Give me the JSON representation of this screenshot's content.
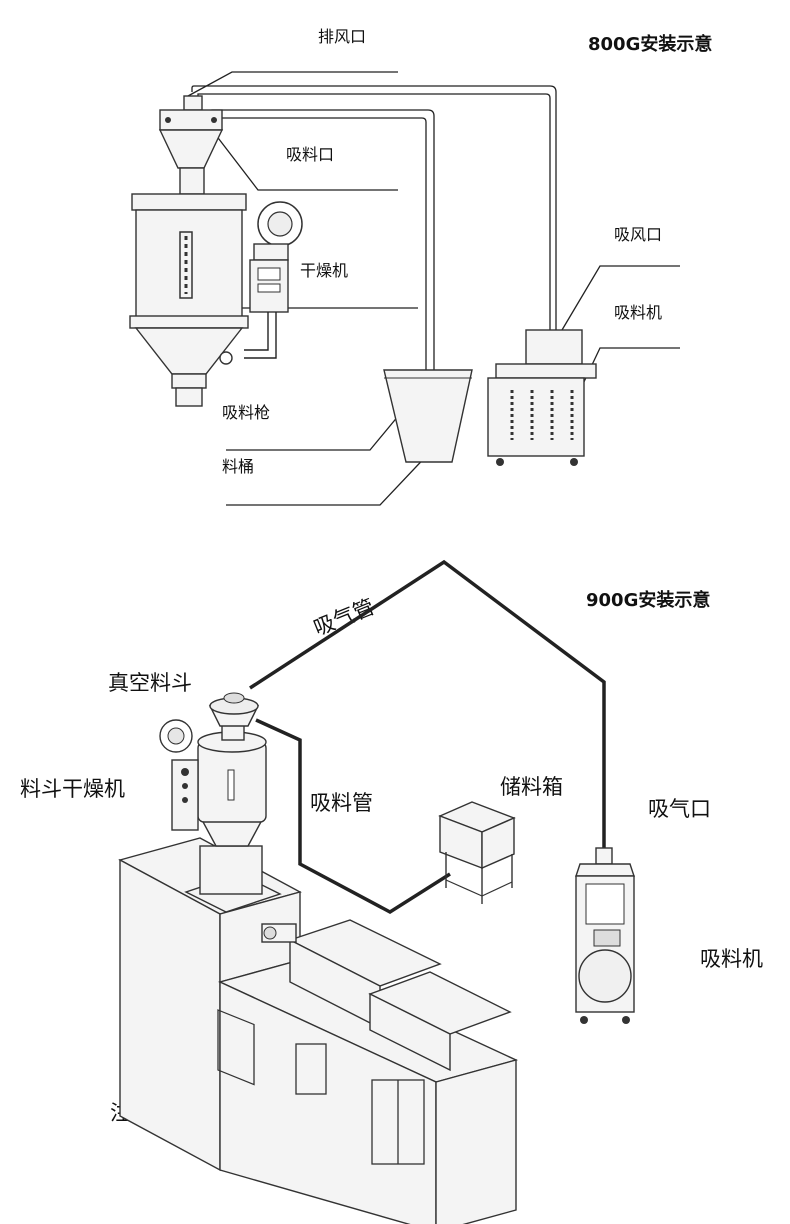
{
  "diagram_800": {
    "title": "800G安装示意",
    "labels": {
      "exhaust_port": "排风口",
      "suction_inlet": "吸料口",
      "dryer": "干燥机",
      "suction_gun": "吸料枪",
      "material_bucket": "料桶",
      "air_inlet": "吸风口",
      "loader": "吸料机"
    }
  },
  "diagram_900": {
    "title": "900G安装示意",
    "labels": {
      "air_pipe": "吸气管",
      "vacuum_hopper": "真空料斗",
      "hopper_dryer": "料斗干燥机",
      "suction_pipe": "吸料管",
      "storage_box": "储料箱",
      "air_inlet": "吸气口",
      "loader": "吸料机",
      "injection_machine": "注塑成型机"
    }
  }
}
